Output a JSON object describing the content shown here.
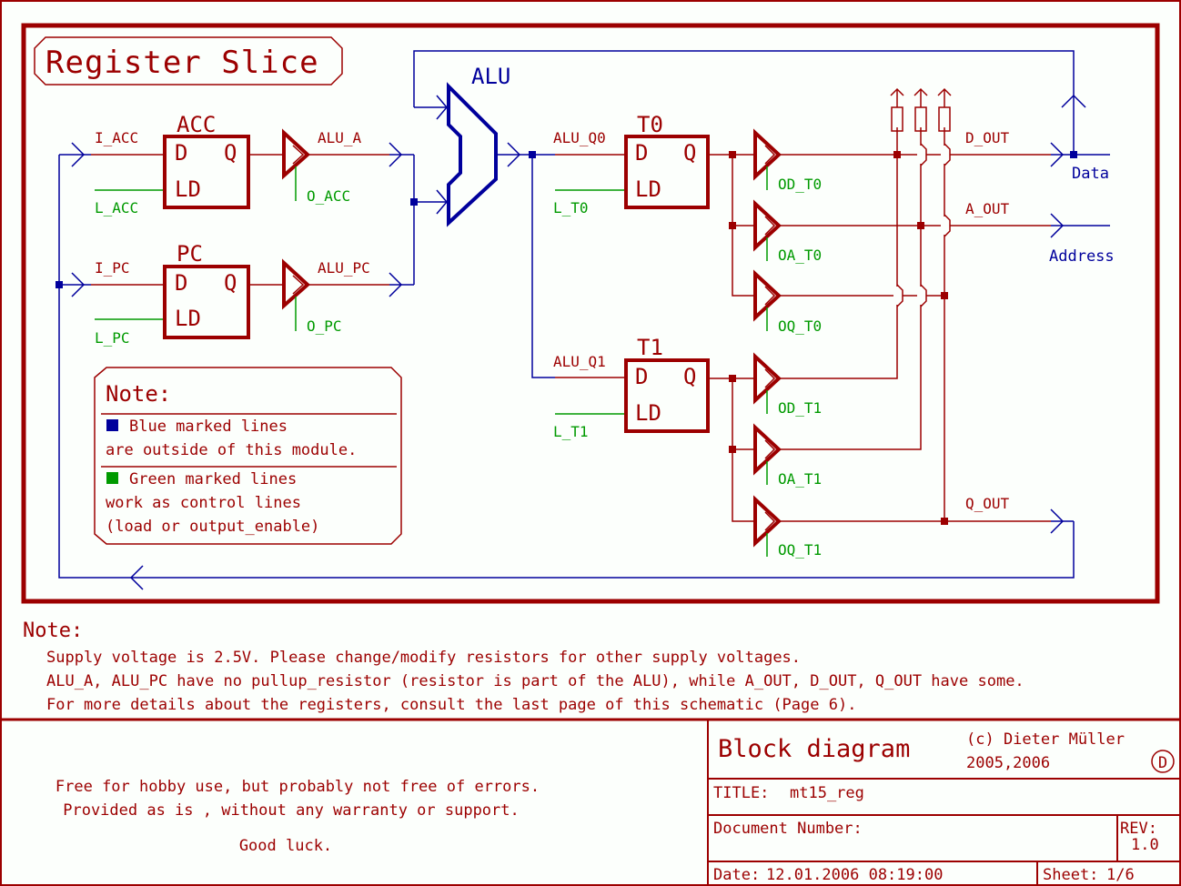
{
  "colors": {
    "part": "#9c0000",
    "outside_net": "#00009c",
    "control_net": "#009a00",
    "background": "#fcfffc"
  },
  "schematic": {
    "title": "Register Slice",
    "alu_label": "ALU",
    "registers": [
      {
        "name": "ACC",
        "d": "D",
        "q": "Q",
        "ld": "LD",
        "input_net": "I_ACC",
        "load_net": "L_ACC",
        "output_net": "ALU_A",
        "enable_net": "O_ACC"
      },
      {
        "name": "PC",
        "d": "D",
        "q": "Q",
        "ld": "LD",
        "input_net": "I_PC",
        "load_net": "L_PC",
        "output_net": "ALU_PC",
        "enable_net": "O_PC"
      },
      {
        "name": "T0",
        "d": "D",
        "q": "Q",
        "ld": "LD",
        "input_net": "ALU_Q0",
        "load_net": "L_T0"
      },
      {
        "name": "T1",
        "d": "D",
        "q": "Q",
        "ld": "LD",
        "input_net": "ALU_Q1",
        "load_net": "L_T1"
      }
    ],
    "buffers_t0": [
      "OD_T0",
      "OA_T0",
      "OQ_T0"
    ],
    "buffers_t1": [
      "OD_T1",
      "OA_T1",
      "OQ_T1"
    ],
    "output_nets": [
      "D_OUT",
      "A_OUT",
      "Q_OUT"
    ],
    "ports": [
      "Data",
      "Address"
    ],
    "legend": {
      "heading": "Note:",
      "blue_line1": "Blue marked lines",
      "blue_line2": "are outside of this module.",
      "green_line1": "Green marked lines",
      "green_line2": "work as control lines",
      "green_line3": "(load or output_enable)"
    }
  },
  "notes": {
    "heading": "Note:",
    "lines": [
      "Supply voltage is 2.5V. Please change/modify resistors for other supply voltages.",
      "ALU_A, ALU_PC have no pullup_resistor (resistor is part of the ALU), while A_OUT, D_OUT, Q_OUT have some.",
      "For more details about the registers, consult the last page of this schematic (Page 6)."
    ]
  },
  "disclaimer": {
    "line1": "Free for hobby use, but probably not free of errors.",
    "line2": "Provided as is , without any warranty or support.",
    "line3": "Good luck."
  },
  "title_block": {
    "heading": "Block diagram",
    "copyright": "(c) Dieter Müller",
    "years": "2005,2006",
    "logo_letter": "D",
    "title_label": "TITLE:",
    "title_value": "mt15_reg",
    "doc_number_label": "Document Number:",
    "rev_label": "REV:",
    "rev_value": "1.0",
    "date_label": "Date:",
    "date_value": "12.01.2006 08:19:00",
    "sheet_label": "Sheet:",
    "sheet_value": "1/6"
  }
}
